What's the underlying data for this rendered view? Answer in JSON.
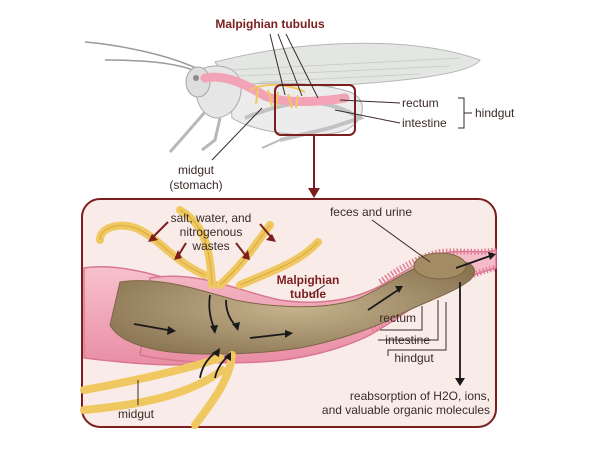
{
  "labels": {
    "malpighian_tubulus": "Malpighian tubulus",
    "rectum_top": "rectum",
    "intestine_top": "intestine",
    "hindgut_top": "hindgut",
    "midgut_top_line1": "midgut",
    "midgut_top_line2": "(stomach)",
    "salt_line1": "salt, water, and",
    "salt_line2": "nitrogenous",
    "salt_line3": "wastes",
    "feces": "feces and urine",
    "tubule_line1": "Malpighian",
    "tubule_line2": "tubule",
    "rectum_bottom": "rectum",
    "intestine_bottom": "intestine",
    "hindgut_bottom": "hindgut",
    "midgut_bottom": "midgut",
    "reabs_line1": "reabsorption of H2O, ions,",
    "reabs_line2": "and valuable organic molecules"
  },
  "colors": {
    "frame": "#7a1e1e",
    "tissue": "#f2a3b5",
    "tubule": "#f0c862",
    "content": "#9c8664",
    "panel": "#f9ece8"
  }
}
